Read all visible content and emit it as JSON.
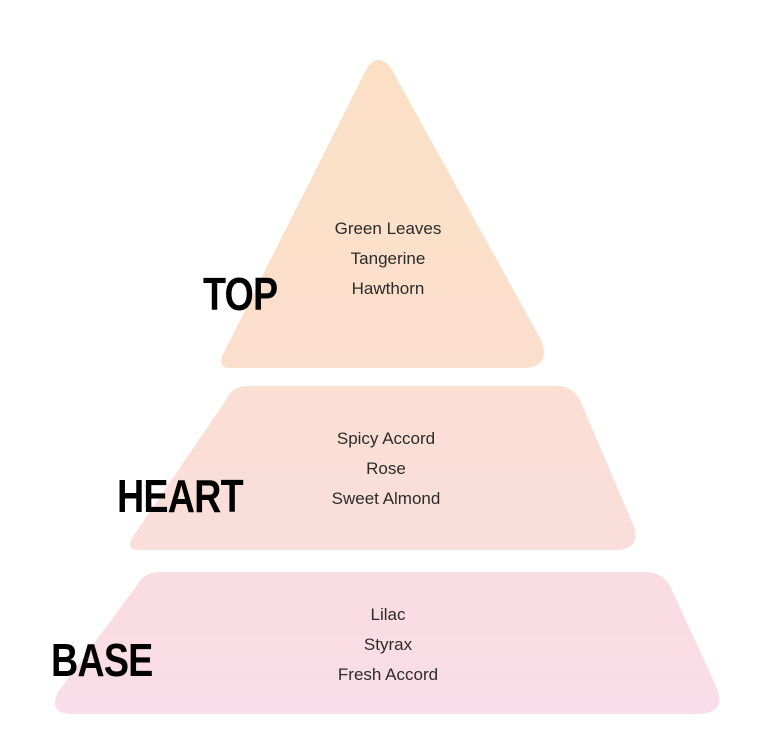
{
  "colors": {
    "top_tier": "#fbe0c6",
    "heart_tier": "#fadfd6",
    "base_tier": "#f9dde6",
    "label_text": "#000000",
    "note_text": "#2b2b2b"
  },
  "tiers": {
    "top": {
      "label": "TOP",
      "notes": [
        "Green Leaves",
        "Tangerine",
        "Hawthorn"
      ]
    },
    "heart": {
      "label": "HEART",
      "notes": [
        "Spicy Accord",
        "Rose",
        "Sweet Almond"
      ]
    },
    "base": {
      "label": "BASE",
      "notes": [
        "Lilac",
        "Styrax",
        "Fresh Accord"
      ]
    }
  }
}
